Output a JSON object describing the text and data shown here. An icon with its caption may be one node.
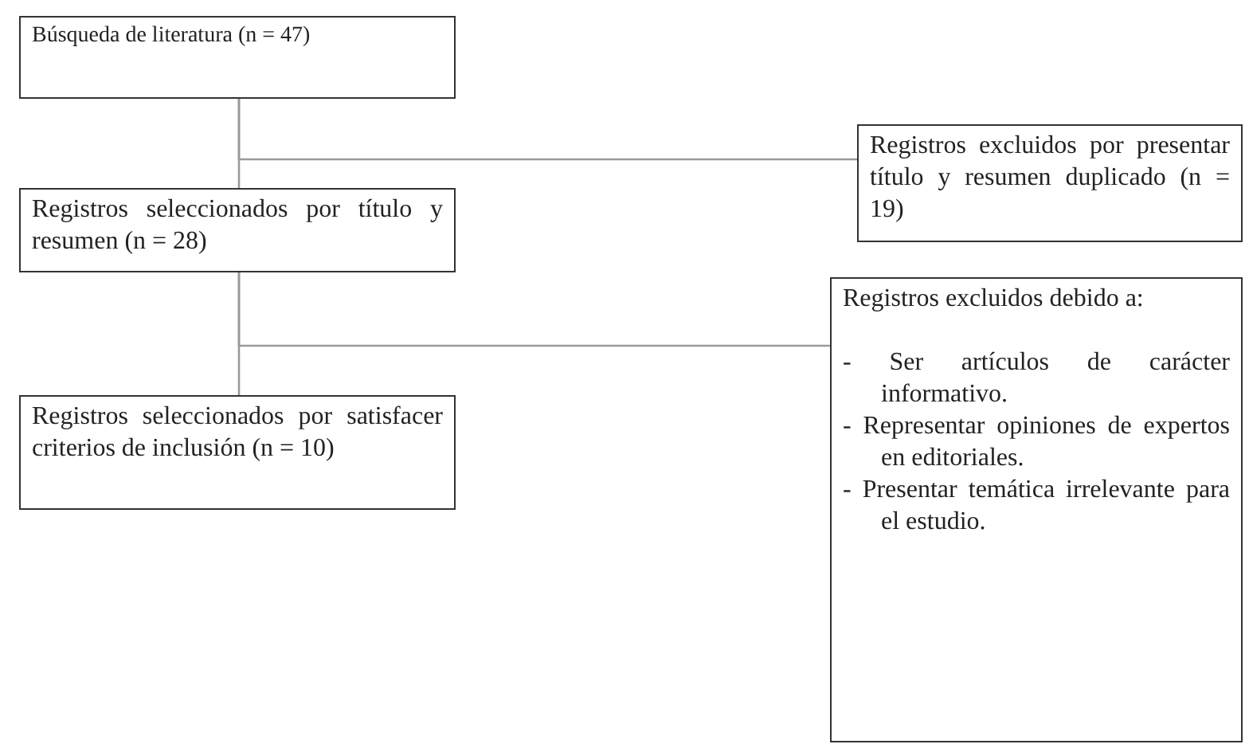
{
  "diagram": {
    "nodes": [
      {
        "text": [
          "Búsqueda de literatura (n = 47)"
        ]
      },
      {
        "text": [
          "Registros seleccionados por título y resumen (n = 28)"
        ]
      },
      {
        "text": [
          "Registros seleccionados por satisfacer criterios de inclusión (n = 10)"
        ]
      },
      {
        "text": [
          "Registros excluidos por presentar título y resumen duplicado (n = 19)"
        ]
      },
      {
        "text": [
          "Registros excluidos debido a:",
          "- Ser artículos de carácter informativo.",
          "- Representar opiniones de expertos en editoriales.",
          "- Presentar temática irrelevante para el estudio."
        ]
      }
    ],
    "edges": [
      {
        "from": 0,
        "to": 1,
        "arrow": "none"
      },
      {
        "from": 0,
        "to": 3,
        "arrow": "none"
      },
      {
        "from": 1,
        "to": 2,
        "arrow": "none"
      },
      {
        "from": 1,
        "to": 4,
        "arrow": "none"
      }
    ]
  }
}
